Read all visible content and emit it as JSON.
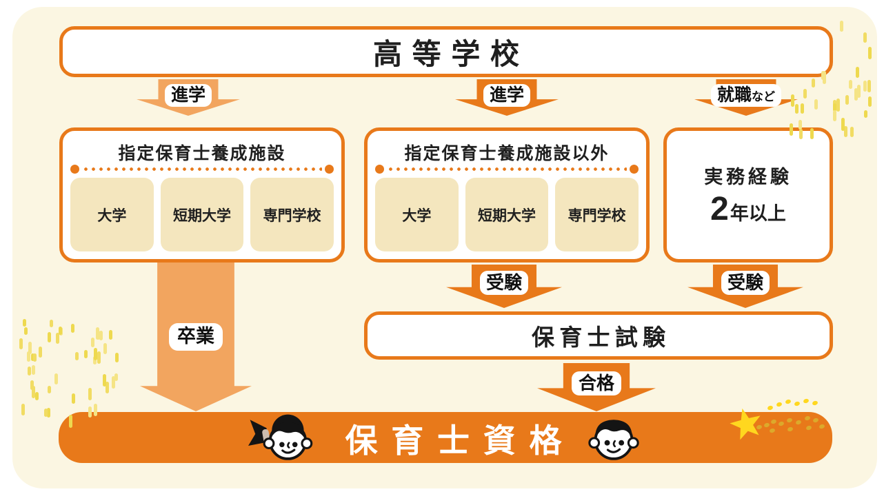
{
  "colors": {
    "accent_orange": "#E8791A",
    "light_orange": "#F2A55F",
    "panel_cream": "#FBF6E2",
    "card_beige": "#F4E6BE",
    "dash_yellow": "#F1DC63",
    "star_yellow": "#FFD71F",
    "trail_gold": "#DCA92B",
    "bar_text": "#FFFFFF",
    "text": "#1F1F1F"
  },
  "top_box": {
    "label": "高等学校"
  },
  "flow_arrows": {
    "shingaku_left": "進学",
    "shingaku_mid": "進学",
    "shushoku_main": "就職",
    "shushoku_small": "など",
    "sotsugyo": "卒業",
    "juken_left": "受験",
    "juken_right": "受験",
    "gokaku": "合格"
  },
  "columns": {
    "designated": {
      "title": "指定保育士養成施設",
      "items": [
        "大学",
        "短期大学",
        "専門学校"
      ]
    },
    "non_designated": {
      "title": "指定保育士養成施設以外",
      "items": [
        "大学",
        "短期大学",
        "専門学校"
      ]
    },
    "experience": {
      "line1": "実務経験",
      "big": "2",
      "line2_rest": "年以上"
    }
  },
  "exam_box": {
    "label": "保育士試験"
  },
  "result_bar": {
    "label": "保育士資格"
  },
  "icons": {
    "girl": "girl-face-icon",
    "boy": "boy-face-icon",
    "star": "star-icon"
  }
}
